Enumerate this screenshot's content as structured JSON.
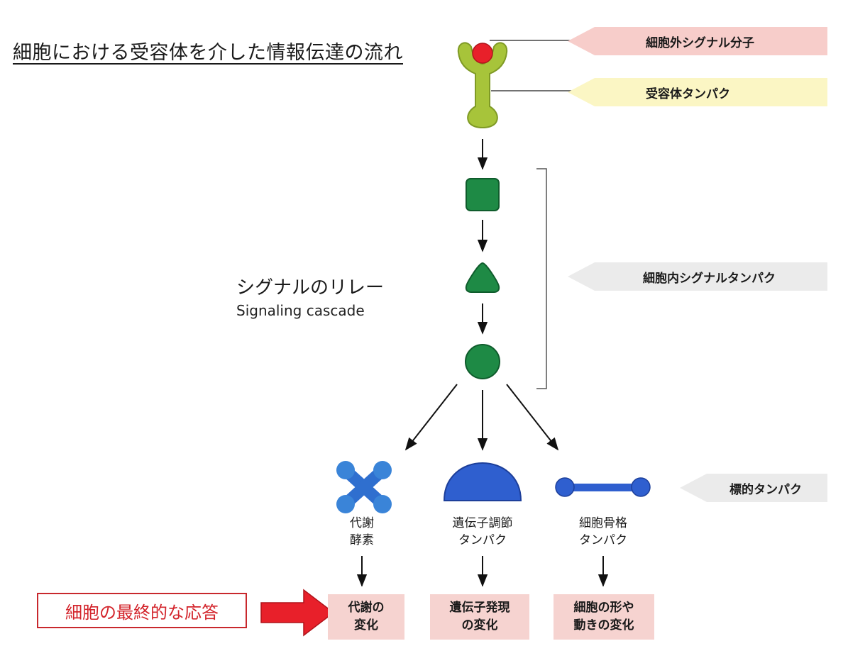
{
  "title": "細胞における受容体を介した情報伝達の流れ",
  "tags": {
    "extracellular_signal": "細胞外シグナル分子",
    "receptor_protein": "受容体タンパク",
    "intracellular_signal": "細胞内シグナルタンパク",
    "target_protein": "標的タンパク"
  },
  "relay": {
    "ja": "シグナルのリレー",
    "en": "Signaling cascade"
  },
  "targets": [
    {
      "label": "代謝\n酵素",
      "response": "代謝の\n変化"
    },
    {
      "label": "遺伝子調節\nタンパク",
      "response": "遺伝子発現\nの変化"
    },
    {
      "label": "細胞骨格\nタンパク",
      "response": "細胞の形や\n動きの変化"
    }
  ],
  "final_response": "細胞の最終的な応答",
  "colors": {
    "signal_molecule": "#e8202a",
    "receptor": "#a7c43a",
    "relay_protein": "#1e8a45",
    "target_protein": "#2f5fcf",
    "final_arrow": "#e8202a"
  }
}
